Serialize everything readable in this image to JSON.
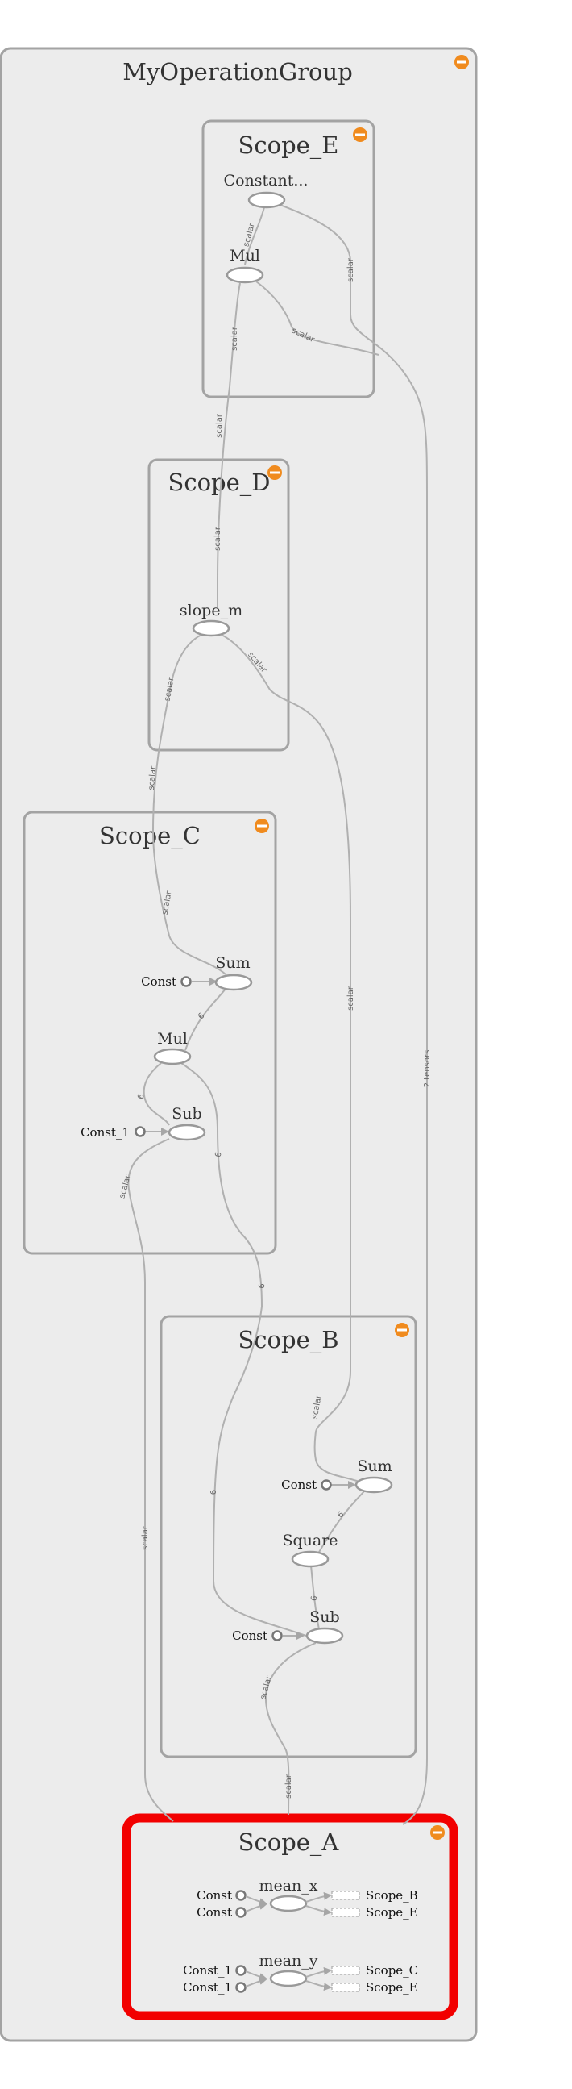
{
  "colors": {
    "background": "#ececec",
    "border": "#a3a3a3",
    "highlight": "#f20000",
    "collapse": "#f08b1e"
  },
  "groups": {
    "root": "MyOperationGroup",
    "scope_e": "Scope_E",
    "scope_d": "Scope_D",
    "scope_c": "Scope_C",
    "scope_b": "Scope_B",
    "scope_a": "Scope_A"
  },
  "nodes": {
    "e_constant": "Constant...",
    "e_mul": "Mul",
    "d_slope": "slope_m",
    "c_sum": "Sum",
    "c_const": "Const",
    "c_mul": "Mul",
    "c_sub": "Sub",
    "c_const1": "Const_1",
    "b_sum": "Sum",
    "b_const_sum": "Const",
    "b_square": "Square",
    "b_sub": "Sub",
    "b_const_sub": "Const",
    "a_mean_x": "mean_x",
    "a_mean_y": "mean_y",
    "a_const_x1": "Const",
    "a_const_x2": "Const",
    "a_const_y1": "Const_1",
    "a_const_y2": "Const_1",
    "a_ref_b": "Scope_B",
    "a_ref_e1": "Scope_E",
    "a_ref_c": "Scope_C",
    "a_ref_e2": "Scope_E"
  },
  "edges": {
    "scalar": "scalar",
    "six": "6",
    "two_tensors": "2 tensors"
  }
}
